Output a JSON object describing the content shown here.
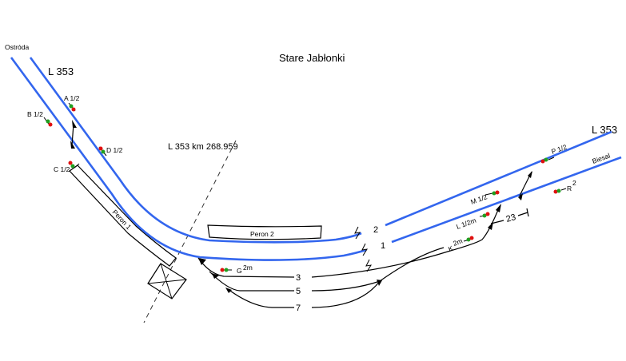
{
  "title": "Stare Jabłonki",
  "directions": {
    "west": "Ostróda",
    "east": "Biesal"
  },
  "line_labels": {
    "west": "L 353",
    "east": "L 353"
  },
  "km_marker": "L 353 km 268.959",
  "platforms": {
    "p1": "Peron 1",
    "p2": "Peron 2"
  },
  "tracks": {
    "t1": "1",
    "t2": "2",
    "t3": "3",
    "t5": "5",
    "t7": "7",
    "t23": "23"
  },
  "signals": {
    "A": "A 1/2",
    "B": "B 1/2",
    "C": "C 1/2",
    "D": "D 1/2",
    "G": "G",
    "G_sup": "2m",
    "K": "K",
    "K_sup": "2m",
    "L": "L 1/2m",
    "M": "M 1/2",
    "P": "P 1/2",
    "R": "R",
    "R_sup": "2"
  },
  "colors": {
    "track_main": "#3366ee",
    "signal_red": "#e01010",
    "signal_green": "#20a020"
  }
}
